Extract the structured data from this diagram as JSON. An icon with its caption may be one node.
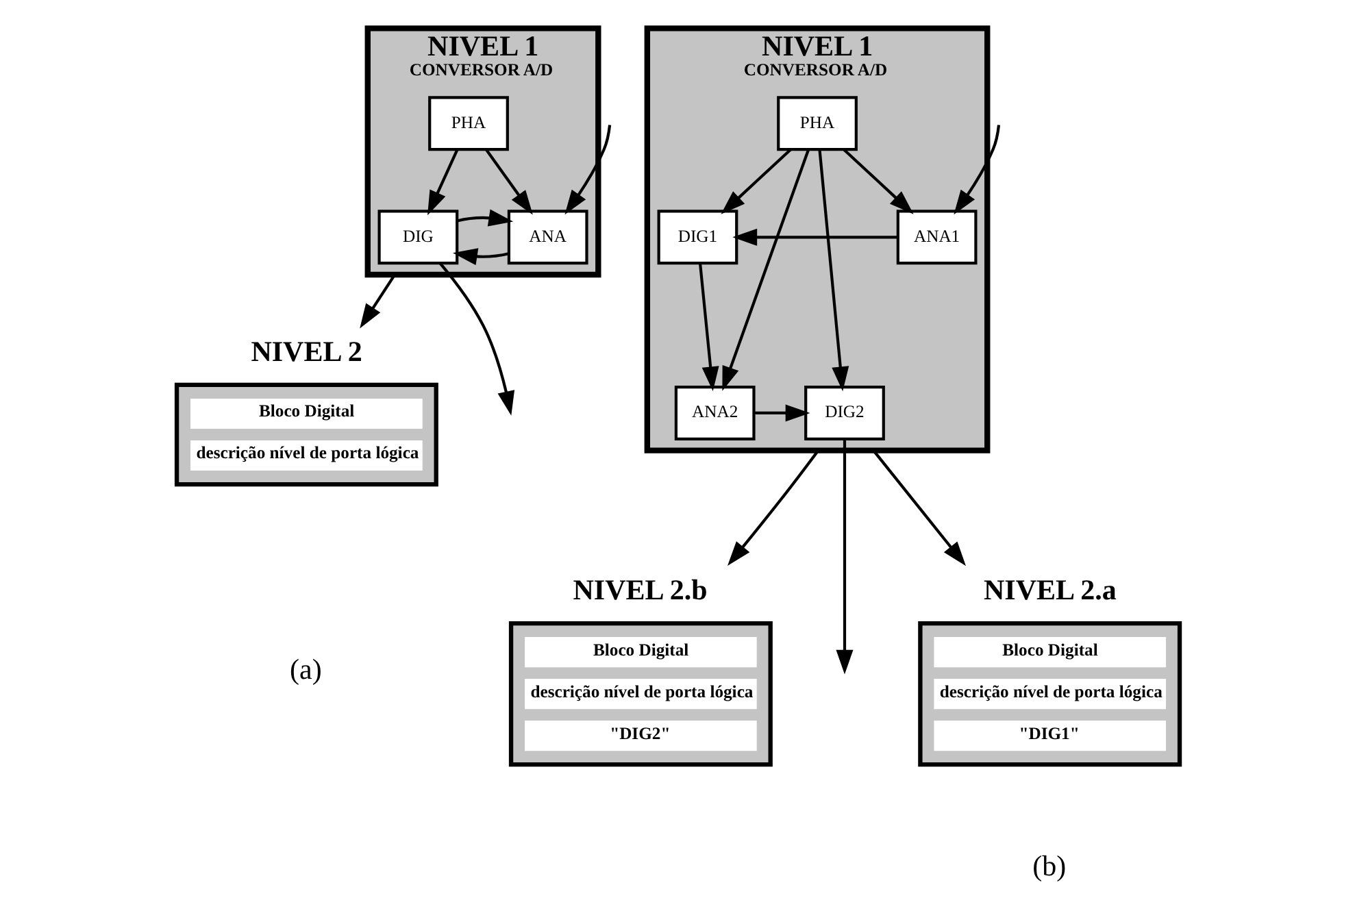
{
  "diagram": {
    "nodes": [
      {
        "text": [
          "NIVEL 1",
          "CONVERSOR A/D"
        ]
      },
      {
        "text": [
          "PHA"
        ],
        "in": 0
      },
      {
        "text": [
          "ANA"
        ],
        "in": 0
      },
      {
        "text": [
          "DIG"
        ],
        "in": 0
      },
      {
        "text": [
          "NIVEL 1",
          "CONVERSOR A/D"
        ]
      },
      {
        "text": [
          "PHA"
        ],
        "in": 4
      },
      {
        "text": [
          "ANA1"
        ],
        "in": 4
      },
      {
        "text": [
          "DIG1"
        ],
        "in": 4
      },
      {
        "text": [
          "ANA2"
        ],
        "in": 4
      },
      {
        "text": [
          "DIG2"
        ],
        "in": 4
      },
      {
        "text": [
          "NIVEL 2",
          "Bloco Digital",
          "descrição nível de porta lógica"
        ]
      },
      {
        "text": [
          "NIVEL 2.a",
          "Bloco Digital",
          "descrição nível de porta lógica",
          "\"DIG1\""
        ]
      },
      {
        "text": [
          "NIVEL 2.b",
          "Bloco Digital",
          "descrição nível de porta lógica",
          "\"DIG2\""
        ]
      }
    ],
    "edges": [
      {
        "from": null,
        "to": 2,
        "arrow": "to"
      },
      {
        "from": 1,
        "to": 2,
        "arrow": "to"
      },
      {
        "from": 1,
        "to": 3,
        "arrow": "to"
      },
      {
        "from": 2,
        "to": 3,
        "arrow": "to"
      },
      {
        "from": 3,
        "to": 2,
        "arrow": "to"
      },
      {
        "from": 3,
        "to": null,
        "arrow": "to"
      },
      {
        "from": 0,
        "to": 10,
        "arrow": "to"
      },
      {
        "from": null,
        "to": 6,
        "arrow": "to"
      },
      {
        "from": 6,
        "to": 7,
        "arrow": "to"
      },
      {
        "from": 5,
        "to": 6,
        "arrow": "to"
      },
      {
        "from": 5,
        "to": 8,
        "arrow": "to"
      },
      {
        "from": 5,
        "to": 7,
        "arrow": "to"
      },
      {
        "from": 5,
        "to": 9,
        "arrow": "to"
      },
      {
        "from": 7,
        "to": 8,
        "arrow": "to"
      },
      {
        "from": 8,
        "to": 9,
        "arrow": "to"
      },
      {
        "from": 9,
        "to": null,
        "arrow": "to"
      },
      {
        "from": 4,
        "to": 11,
        "arrow": "to"
      },
      {
        "from": 4,
        "to": 12,
        "arrow": "to"
      }
    ],
    "labels": [
      "(a)",
      "(b)"
    ]
  }
}
